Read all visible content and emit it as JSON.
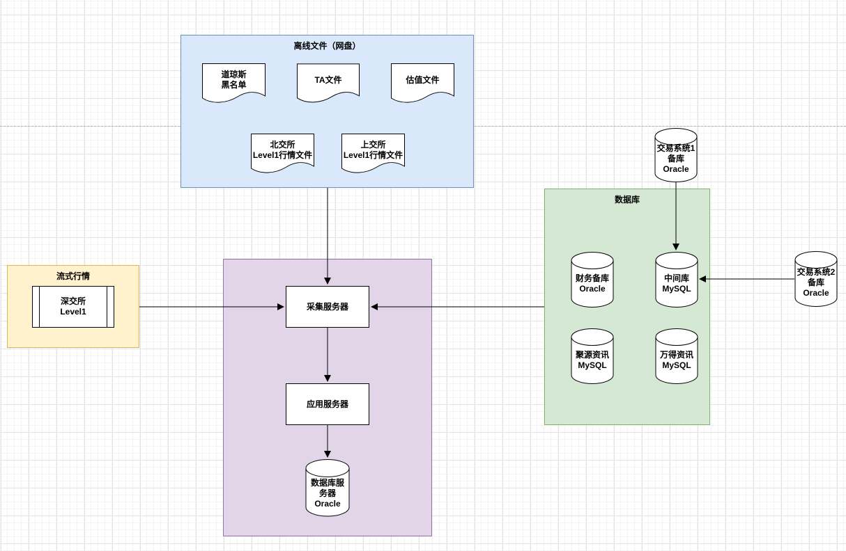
{
  "diagram": {
    "canvas_colors": {
      "background": "#ffffff",
      "grid_minor": "#f4f2f2",
      "grid_major": "#e4e4e4",
      "page_break_dash": "#b0b0b0",
      "shape_stroke": "#000000",
      "shape_fill": "#ffffff"
    },
    "containers": {
      "offline_files": {
        "title": "离线文件（网盘）",
        "fill": "#dae8fc",
        "stroke": "#6c8ebf"
      },
      "streaming_quotes": {
        "title": "流式行情",
        "fill": "#fff2cc",
        "stroke": "#d6b656"
      },
      "server_zone": {
        "title": "",
        "fill": "#e1d5e7",
        "stroke": "#9673a6"
      },
      "database_zone": {
        "title": "数据库",
        "fill": "#d5e8d4",
        "stroke": "#82b366"
      }
    },
    "nodes": {
      "dow_blacklist": {
        "shape": "document",
        "lines": [
          "道琼斯",
          "黑名单"
        ]
      },
      "ta_file": {
        "shape": "document",
        "lines": [
          "TA文件"
        ]
      },
      "valuation_file": {
        "shape": "document",
        "lines": [
          "估值文件"
        ]
      },
      "bse_level1_file": {
        "shape": "document",
        "lines": [
          "北交所",
          "Level1行情文件"
        ]
      },
      "sse_level1_file": {
        "shape": "document",
        "lines": [
          "上交所",
          "Level1行情文件"
        ]
      },
      "szse_level1": {
        "shape": "process",
        "lines": [
          "深交所",
          "Level1"
        ]
      },
      "collection_server": {
        "shape": "rectangle",
        "lines": [
          "采集服务器"
        ]
      },
      "app_server": {
        "shape": "rectangle",
        "lines": [
          "应用服务器"
        ]
      },
      "db_server": {
        "shape": "cylinder",
        "lines": [
          "数据库服",
          "务器",
          "Oracle"
        ]
      },
      "finance_backup_db": {
        "shape": "cylinder",
        "lines": [
          "财务备库",
          "Oracle"
        ]
      },
      "middle_db": {
        "shape": "cylinder",
        "lines": [
          "中间库",
          "MySQL"
        ]
      },
      "juyuan_db": {
        "shape": "cylinder",
        "lines": [
          "聚源资讯",
          "MySQL"
        ]
      },
      "wind_db": {
        "shape": "cylinder",
        "lines": [
          "万得资讯",
          "MySQL"
        ]
      },
      "trade_sys1_backup": {
        "shape": "cylinder",
        "lines": [
          "交易系统1",
          "备库",
          "Oracle"
        ]
      },
      "trade_sys2_backup": {
        "shape": "cylinder",
        "lines": [
          "交易系统2",
          "备库",
          "Oracle"
        ]
      }
    },
    "edges": [
      {
        "from": "offline_files",
        "to": "collection_server"
      },
      {
        "from": "streaming_quotes",
        "to": "collection_server"
      },
      {
        "from": "database_zone",
        "to": "collection_server"
      },
      {
        "from": "trade_sys1_backup",
        "to": "middle_db"
      },
      {
        "from": "trade_sys2_backup",
        "to": "middle_db"
      },
      {
        "from": "collection_server",
        "to": "app_server"
      },
      {
        "from": "app_server",
        "to": "db_server"
      }
    ]
  }
}
